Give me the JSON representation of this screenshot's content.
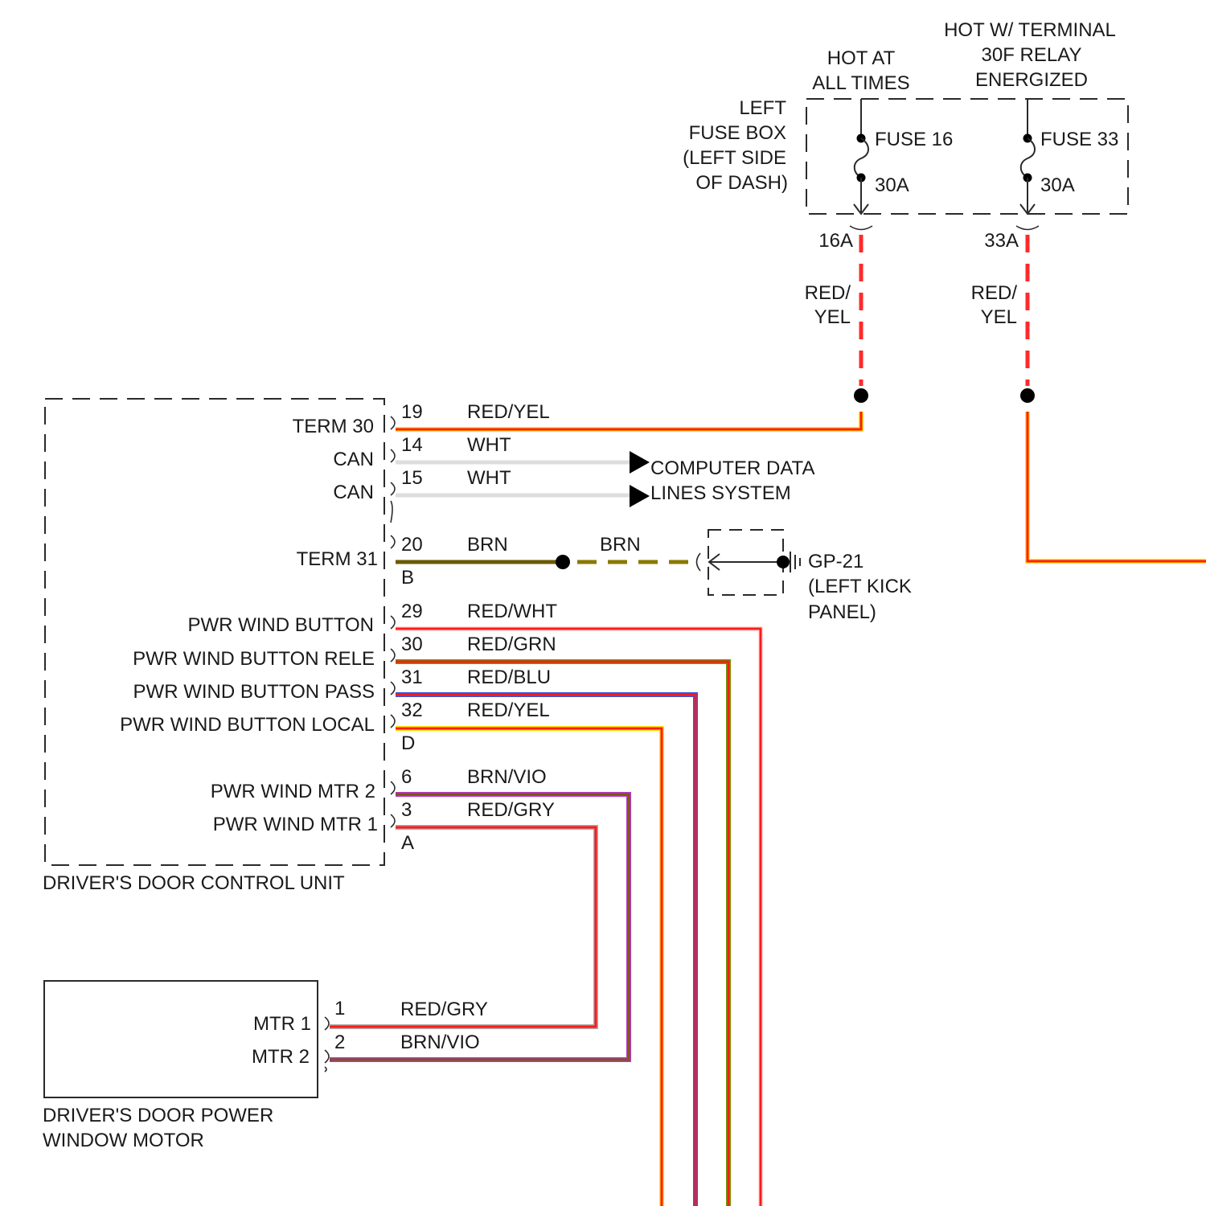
{
  "fuse_box": {
    "hot_at_all_times": [
      "HOT AT",
      "ALL TIMES"
    ],
    "hot_relay": [
      "HOT W/ TERMINAL",
      "30F RELAY",
      "ENERGIZED"
    ],
    "label": [
      "LEFT",
      "FUSE BOX",
      "(LEFT SIDE",
      "OF DASH)"
    ],
    "fuse_a": {
      "name": "FUSE 16",
      "rating": "30A",
      "terminal": "16A"
    },
    "fuse_b": {
      "name": "FUSE 33",
      "rating": "30A",
      "terminal": "33A"
    }
  },
  "feed_wires": {
    "a": {
      "color_label": [
        "RED/",
        "YEL"
      ],
      "color": "#ff2a2a",
      "stripe": "#ffee00"
    },
    "b": {
      "color_label": [
        "RED/",
        "YEL"
      ],
      "color": "#ff2a2a",
      "stripe": "#ffee00"
    }
  },
  "control_unit": {
    "title": "DRIVER'S DOOR CONTROL UNIT",
    "pins": [
      {
        "function": "TERM 30",
        "pin": "19",
        "wire": "RED/YEL",
        "color": "#ff1a1a",
        "stripe": "#ffe600"
      },
      {
        "function": "CAN",
        "pin": "14",
        "wire": "WHT",
        "color": "#dddddd",
        "stripe": "#eeeeee"
      },
      {
        "function": "CAN",
        "pin": "15",
        "wire": "WHT",
        "color": "#dddddd",
        "stripe": "#eeeeee"
      },
      {
        "function": "TERM 31",
        "pin": "20",
        "wire": "BRN",
        "color": "#6b5a00",
        "stripe": "#8a7800"
      },
      {
        "function": "PWR WIND BUTTON",
        "pin": "29",
        "wire": "RED/WHT",
        "color": "#ff1a1a",
        "stripe": "#ffdddd"
      },
      {
        "function": "PWR WIND BUTTON RELE",
        "pin": "30",
        "wire": "RED/GRN",
        "color": "#ff1a1a",
        "stripe": "#6a9a00"
      },
      {
        "function": "PWR WIND BUTTON PASS",
        "pin": "31",
        "wire": "RED/BLU",
        "color": "#ff1a1a",
        "stripe": "#3355dd"
      },
      {
        "function": "PWR WIND BUTTON LOCAL",
        "pin": "32",
        "wire": "RED/YEL",
        "color": "#ff1a1a",
        "stripe": "#ffe600"
      },
      {
        "function": "PWR WIND MTR 2",
        "pin": "6",
        "wire": "BRN/VIO",
        "color": "#7a5a10",
        "stripe": "#bb33cc"
      },
      {
        "function": "PWR WIND MTR 1",
        "pin": "3",
        "wire": "RED/GRY",
        "color": "#ff1a1a",
        "stripe": "#aaaaaa"
      }
    ],
    "connectors": [
      "B",
      "D",
      "A"
    ]
  },
  "can_target": [
    "COMPUTER DATA",
    "LINES SYSTEM"
  ],
  "ground": {
    "wire": "BRN",
    "name": "GP-21",
    "location": [
      "(LEFT KICK",
      "PANEL)"
    ]
  },
  "motor": {
    "title": [
      "DRIVER'S DOOR POWER",
      "WINDOW MOTOR"
    ],
    "pins": [
      {
        "function": "MTR 1",
        "pin": "1",
        "wire": "RED/GRY",
        "color": "#ff1a1a",
        "stripe": "#aaaaaa"
      },
      {
        "function": "MTR 2",
        "pin": "2",
        "wire": "BRN/VIO",
        "color": "#7a5a10",
        "stripe": "#bb33cc"
      }
    ]
  }
}
